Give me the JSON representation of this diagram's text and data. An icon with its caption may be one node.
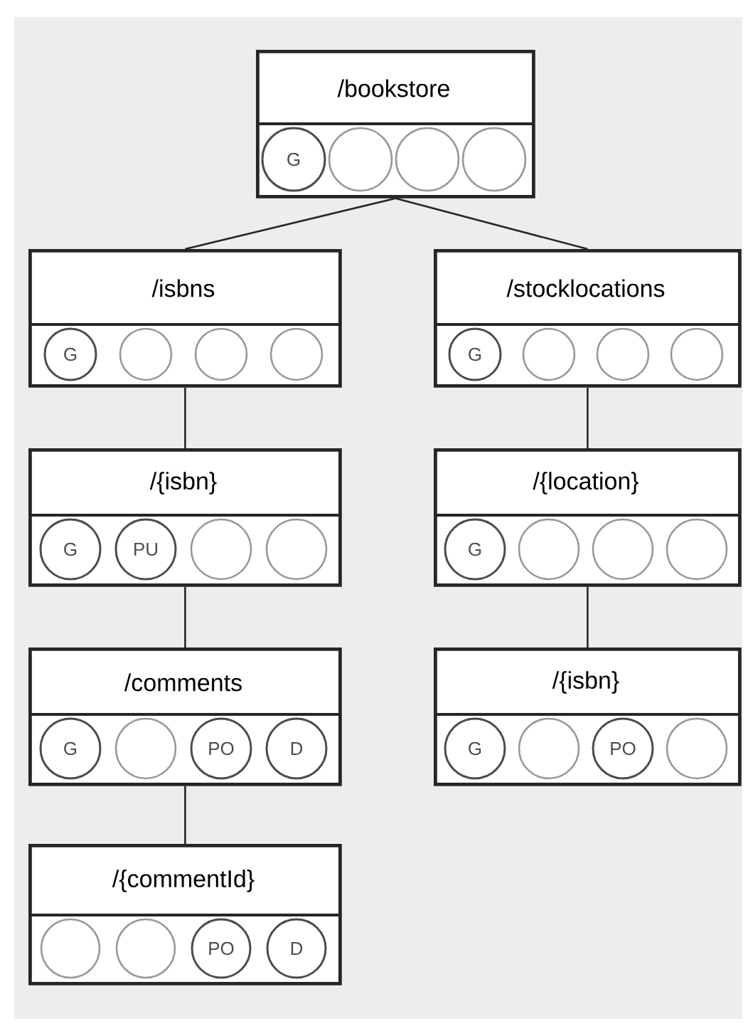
{
  "diagram": {
    "nodes": [
      {
        "text": [
          "/bookstore"
        ]
      },
      {
        "text": [
          "G"
        ],
        "in": 0
      },
      {
        "text": [],
        "shape": "circle",
        "in": 0
      },
      {
        "text": [],
        "shape": "circle",
        "in": 0
      },
      {
        "text": [],
        "shape": "circle",
        "in": 0
      },
      {
        "text": [
          "/isbns"
        ]
      },
      {
        "text": [
          "G"
        ],
        "in": 5
      },
      {
        "text": [],
        "shape": "circle",
        "in": 5
      },
      {
        "text": [],
        "shape": "circle",
        "in": 5
      },
      {
        "text": [],
        "shape": "circle",
        "in": 5
      },
      {
        "text": [
          "/stocklocations"
        ]
      },
      {
        "text": [
          "G"
        ],
        "in": 10
      },
      {
        "text": [],
        "shape": "circle",
        "in": 10
      },
      {
        "text": [],
        "shape": "circle",
        "in": 10
      },
      {
        "text": [],
        "shape": "circle",
        "in": 10
      },
      {
        "text": [
          "/{isbn}"
        ]
      },
      {
        "text": [
          "G"
        ],
        "in": 15
      },
      {
        "text": [
          "PU"
        ],
        "in": 15
      },
      {
        "text": [],
        "shape": "circle",
        "in": 15
      },
      {
        "text": [],
        "shape": "circle",
        "in": 15
      },
      {
        "text": [
          "/{location}"
        ]
      },
      {
        "text": [
          "G"
        ],
        "in": 20
      },
      {
        "text": [],
        "shape": "circle",
        "in": 20
      },
      {
        "text": [],
        "shape": "circle",
        "in": 20
      },
      {
        "text": [],
        "shape": "circle",
        "in": 20
      },
      {
        "text": [
          "/comments"
        ]
      },
      {
        "text": [
          "G"
        ],
        "in": 25
      },
      {
        "text": [],
        "shape": "circle",
        "in": 25
      },
      {
        "text": [
          "PO"
        ],
        "in": 25
      },
      {
        "text": [
          "D"
        ],
        "in": 25
      },
      {
        "text": [
          "/{isbn}"
        ]
      },
      {
        "text": [
          "G"
        ],
        "in": 30
      },
      {
        "text": [],
        "shape": "circle",
        "in": 30
      },
      {
        "text": [
          "PO"
        ],
        "in": 30
      },
      {
        "text": [],
        "shape": "circle",
        "in": 30
      },
      {
        "text": [
          "/{commentId}"
        ]
      },
      {
        "text": [],
        "shape": "circle",
        "in": 35
      },
      {
        "text": [],
        "shape": "circle",
        "in": 35
      },
      {
        "text": [
          "PO"
        ],
        "in": 35
      },
      {
        "text": [
          "D"
        ],
        "in": 35
      }
    ],
    "edges": [
      {
        "from": 0,
        "to": 5,
        "arrow": "none"
      },
      {
        "from": 0,
        "to": 10,
        "arrow": "none"
      },
      {
        "from": 5,
        "to": 15,
        "arrow": "none"
      },
      {
        "from": 10,
        "to": 20,
        "arrow": "none"
      },
      {
        "from": 15,
        "to": 25,
        "arrow": "none"
      },
      {
        "from": 20,
        "to": 30,
        "arrow": "none"
      },
      {
        "from": 25,
        "to": 35,
        "arrow": "none"
      }
    ]
  }
}
